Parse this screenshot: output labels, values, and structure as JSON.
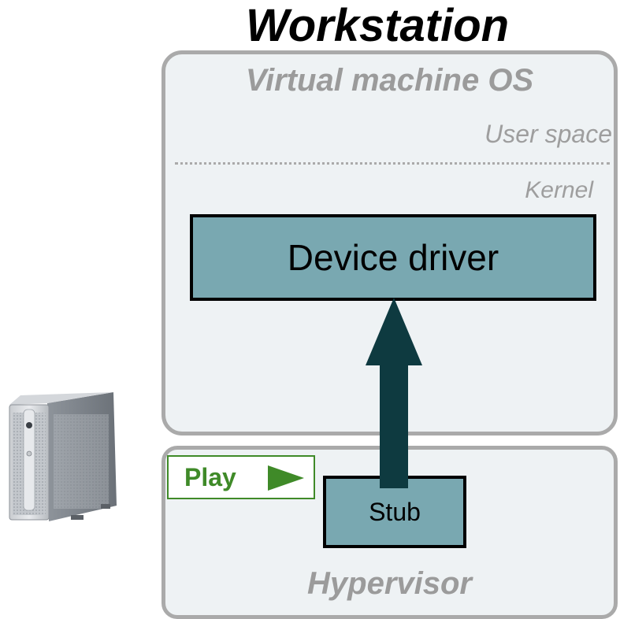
{
  "title": "Workstation",
  "vm": {
    "title": "Virtual machine OS",
    "user_space_label": "User space",
    "kernel_label": "Kernel",
    "device_driver_label": "Device driver"
  },
  "hypervisor": {
    "title": "Hypervisor",
    "stub_label": "Stub",
    "play_label": "Play"
  },
  "colors": {
    "component_fill": "#79a8b1",
    "arrow": "#0e3a40",
    "play_green": "#3f8a28",
    "box_border": "#aaaaaa",
    "box_fill": "#eef2f4",
    "muted_text": "#9b9b9b"
  },
  "icons": {
    "server": "server-tower-icon",
    "play": "play-triangle-icon",
    "arrow": "up-arrow"
  }
}
